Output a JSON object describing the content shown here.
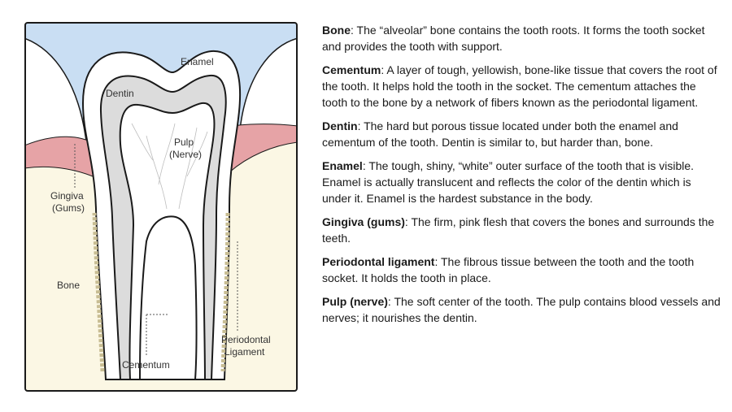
{
  "colors": {
    "sky": "#c9def3",
    "bone": "#fbf7e4",
    "gingiva": "#e6a3a6",
    "enamel": "#ffffff",
    "dentin": "#dcdcdc",
    "pulp": "#ffffff",
    "outline": "#1a1a1a",
    "cementum": "#c8bd93"
  },
  "diagram": {
    "labels": {
      "enamel": "Enamel",
      "dentin": "Dentin",
      "pulp_line1": "Pulp",
      "pulp_line2": "(Nerve)",
      "gingiva_line1": "Gingiva",
      "gingiva_line2": "(Gums)",
      "bone": "Bone",
      "cementum": "Cementum",
      "periodontal_line1": "Periodontal",
      "periodontal_line2": "Ligament"
    }
  },
  "glossary": [
    {
      "term": "Bone",
      "sep": ": ",
      "definition": "The “alveolar” bone contains the tooth roots. It forms the tooth socket and provides the tooth with support."
    },
    {
      "term": "Cementum",
      "sep": ": ",
      "definition": "A layer of tough, yellowish, bone-like tissue that covers the root of the tooth. It helps hold the tooth in the socket. The cementum attaches the tooth to the bone by a network of fibers known as the periodontal ligament."
    },
    {
      "term": "Dentin",
      "sep": ": ",
      "definition": "The hard but porous tissue located under both the enamel and cementum of the tooth. Dentin is similar to, but harder than, bone."
    },
    {
      "term": "Enamel",
      "sep": ": ",
      "definition": "The tough, shiny, “white” outer surface of the tooth that is visible. Enamel is actually translucent and reflects the color of the dentin which is under it. Enamel is the hardest substance in the body."
    },
    {
      "term": "Gingiva (gums)",
      "sep": ": ",
      "definition": "The firm, pink flesh that covers the bones and surrounds the teeth."
    },
    {
      "term": "Periodontal ligament",
      "sep": ": ",
      "definition": "The fibrous tissue between the tooth and the tooth socket. It holds the tooth in place."
    },
    {
      "term": "Pulp (nerve)",
      "sep": ": ",
      "definition": "The soft center of the tooth. The pulp contains blood vessels and nerves; it nourishes the dentin."
    }
  ]
}
